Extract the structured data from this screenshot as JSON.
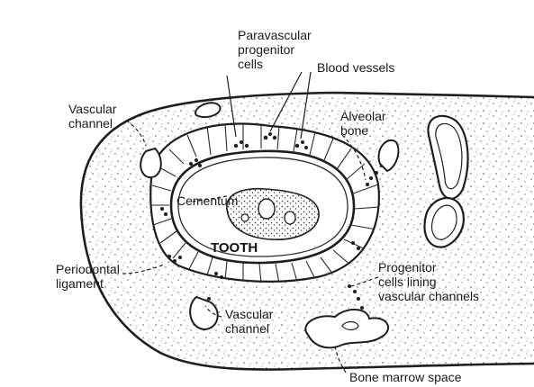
{
  "labels": {
    "paravascular": [
      "Paravascular",
      "progenitor",
      "cells"
    ],
    "blood_vessels": "Blood vessels",
    "vascular_channel_top": [
      "Vascular",
      "channel"
    ],
    "alveolar_bone": [
      "Alveolar",
      "bone"
    ],
    "cementum": "Cementum",
    "tooth": "TOOTH",
    "periodontal_ligament": [
      "Periodontal",
      "ligament"
    ],
    "progenitor_lining": [
      "Progenitor",
      "cells lining",
      "vascular channels"
    ],
    "vascular_channel_bottom": [
      "Vascular",
      "channel"
    ],
    "bone_marrow_space": "Bone marrow space"
  },
  "colors": {
    "ink": "#1e1e1e",
    "paper": "#ffffff",
    "stipple": "#555555"
  }
}
